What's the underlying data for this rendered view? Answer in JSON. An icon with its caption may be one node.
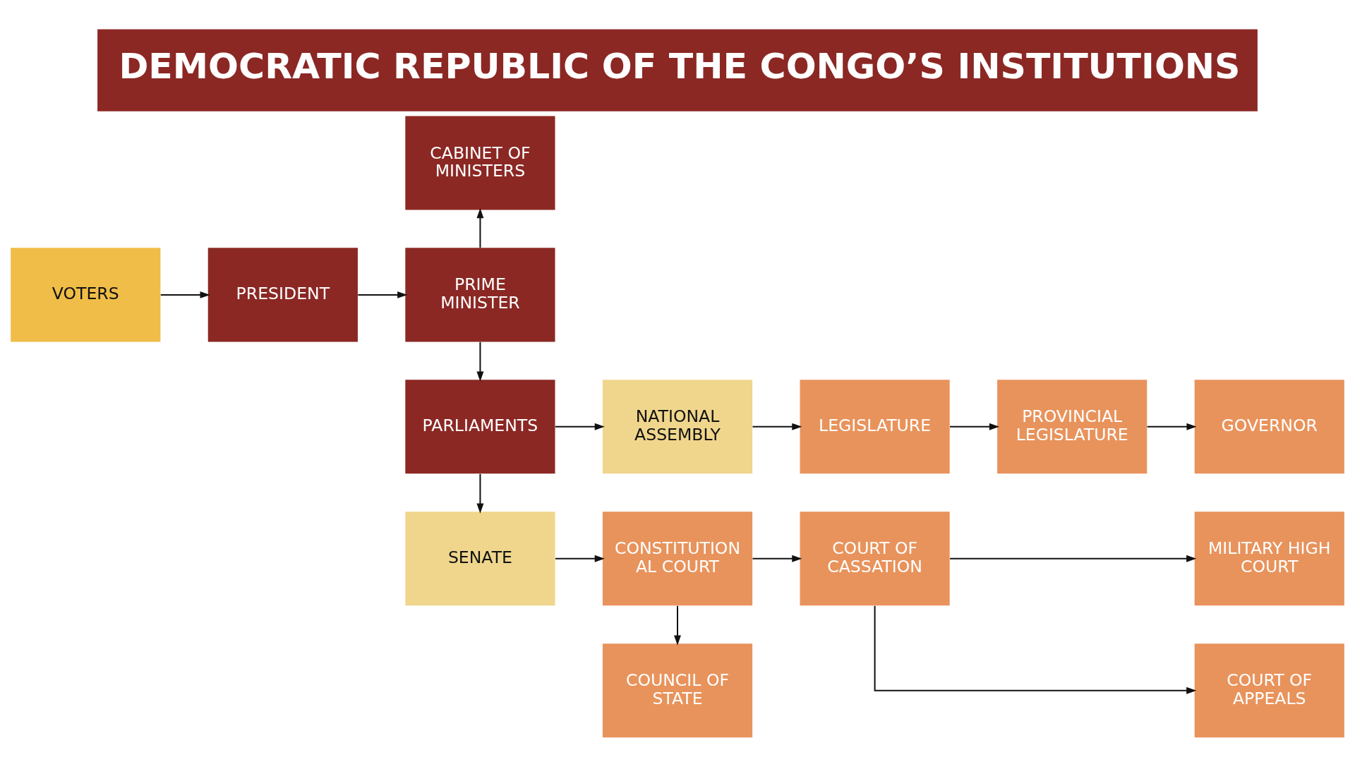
{
  "diagram": {
    "title": "DEMOCRATIC REPUBLIC OF THE CONGO’S INSTITUTIONS",
    "nodes": [
      {
        "text": [
          "CABINET OF MINISTERS"
        ]
      },
      {
        "text": [
          "LEGISLATURE"
        ]
      },
      {
        "text": [
          "PROVINCIAL LEGISLATURE"
        ]
      },
      {
        "text": [
          "GOVERNOR"
        ]
      },
      {
        "text": [
          "VOTERS"
        ]
      },
      {
        "text": [
          "PRESIDENT"
        ]
      },
      {
        "text": [
          "PRIME MINISTER"
        ]
      },
      {
        "text": [
          "PARLIAMENTS"
        ]
      },
      {
        "text": [
          "NATIONAL ASSEMBLY"
        ]
      },
      {
        "text": [
          "MILITARY HIGH COURT"
        ]
      },
      {
        "text": [
          "SENATE"
        ]
      },
      {
        "text": [
          "CONSTITUTION AL COURT"
        ]
      },
      {
        "text": [
          "COURT OF CASSATION"
        ]
      },
      {
        "text": [
          "COUNCIL OF STATE"
        ]
      },
      {
        "text": [
          "COURT OF APPEALS"
        ]
      }
    ],
    "edges": [
      {
        "from": 4,
        "to": 5,
        "arrow": "to"
      },
      {
        "from": 5,
        "to": 6,
        "arrow": "to"
      },
      {
        "from": 6,
        "to": 0,
        "arrow": "to"
      },
      {
        "from": 6,
        "to": 7,
        "arrow": "to"
      },
      {
        "from": 7,
        "to": 8,
        "arrow": "to"
      },
      {
        "from": 7,
        "to": 10,
        "arrow": "to"
      },
      {
        "from": 8,
        "to": 1,
        "arrow": "to"
      },
      {
        "from": 1,
        "to": 2,
        "arrow": "to"
      },
      {
        "from": 2,
        "to": 3,
        "arrow": "to"
      },
      {
        "from": 10,
        "to": 11,
        "arrow": "to"
      },
      {
        "from": 11,
        "to": 13,
        "arrow": "to"
      },
      {
        "from": 11,
        "to": 12,
        "arrow": "to"
      },
      {
        "from": 12,
        "to": 9,
        "arrow": "to"
      },
      {
        "from": 12,
        "to": 14,
        "arrow": "to"
      }
    ]
  }
}
